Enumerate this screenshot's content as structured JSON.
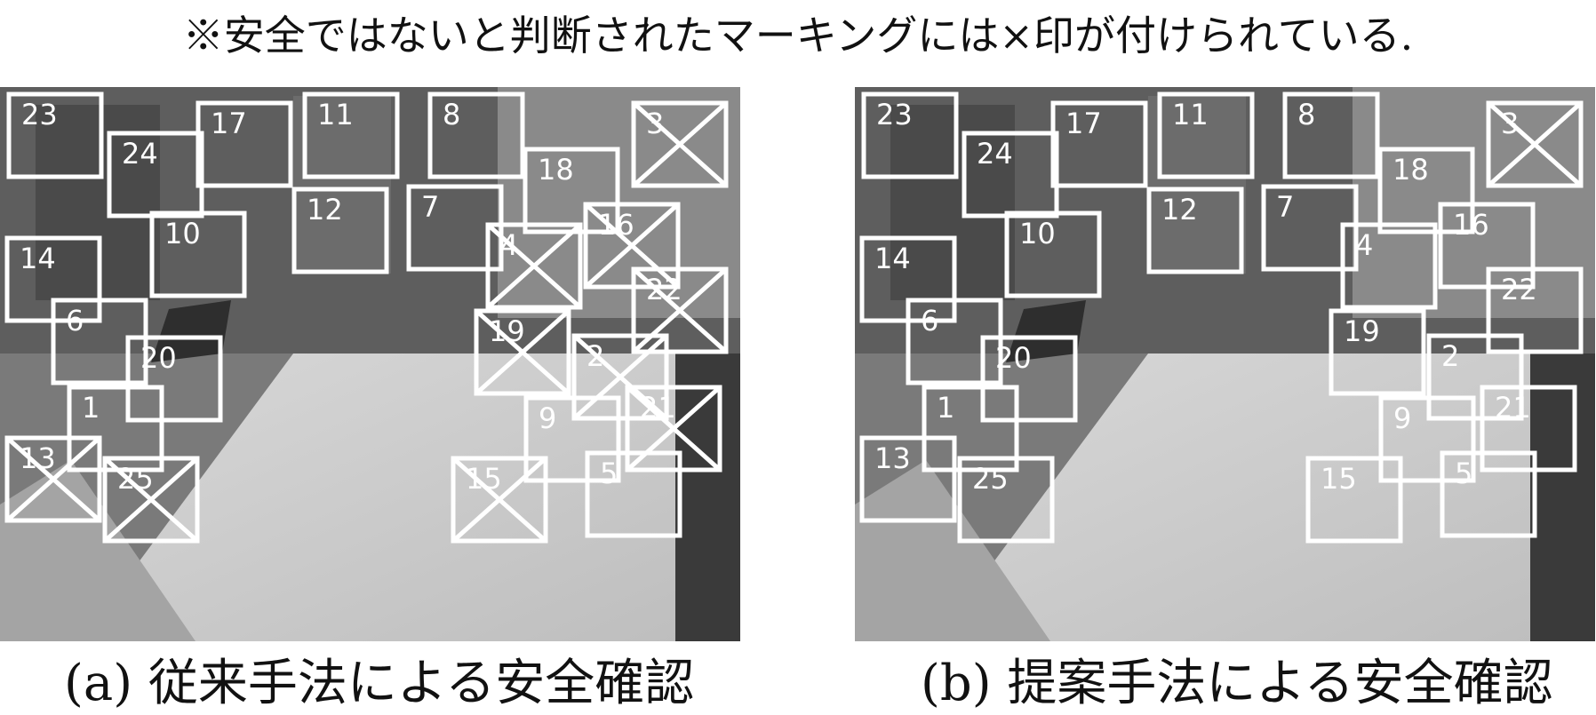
{
  "note": "※安全ではないと判断されたマーキングには×印が付けられている.",
  "panels": [
    {
      "id": "a",
      "caption": "(a)  従来手法による安全確認",
      "markers": [
        {
          "label": "23",
          "unsafe": false
        },
        {
          "label": "17",
          "unsafe": false
        },
        {
          "label": "11",
          "unsafe": false
        },
        {
          "label": "8",
          "unsafe": false
        },
        {
          "label": "3",
          "unsafe": true
        },
        {
          "label": "24",
          "unsafe": false
        },
        {
          "label": "18",
          "unsafe": false
        },
        {
          "label": "12",
          "unsafe": false
        },
        {
          "label": "7",
          "unsafe": false
        },
        {
          "label": "10",
          "unsafe": false
        },
        {
          "label": "4",
          "unsafe": true
        },
        {
          "label": "16",
          "unsafe": true
        },
        {
          "label": "14",
          "unsafe": false
        },
        {
          "label": "22",
          "unsafe": true
        },
        {
          "label": "6",
          "unsafe": false
        },
        {
          "label": "19",
          "unsafe": true
        },
        {
          "label": "20",
          "unsafe": false
        },
        {
          "label": "2",
          "unsafe": true
        },
        {
          "label": "1",
          "unsafe": false
        },
        {
          "label": "21",
          "unsafe": true
        },
        {
          "label": "9",
          "unsafe": false
        },
        {
          "label": "13",
          "unsafe": true
        },
        {
          "label": "25",
          "unsafe": true
        },
        {
          "label": "15",
          "unsafe": true
        },
        {
          "label": "5",
          "unsafe": false
        }
      ]
    },
    {
      "id": "b",
      "caption": "(b)  提案手法による安全確認",
      "markers": [
        {
          "label": "23",
          "unsafe": false
        },
        {
          "label": "17",
          "unsafe": false
        },
        {
          "label": "11",
          "unsafe": false
        },
        {
          "label": "8",
          "unsafe": false
        },
        {
          "label": "3",
          "unsafe": true
        },
        {
          "label": "24",
          "unsafe": false
        },
        {
          "label": "18",
          "unsafe": false
        },
        {
          "label": "12",
          "unsafe": false
        },
        {
          "label": "7",
          "unsafe": false
        },
        {
          "label": "10",
          "unsafe": false
        },
        {
          "label": "4",
          "unsafe": false
        },
        {
          "label": "16",
          "unsafe": false
        },
        {
          "label": "14",
          "unsafe": false
        },
        {
          "label": "22",
          "unsafe": false
        },
        {
          "label": "6",
          "unsafe": false
        },
        {
          "label": "19",
          "unsafe": false
        },
        {
          "label": "20",
          "unsafe": false
        },
        {
          "label": "2",
          "unsafe": false
        },
        {
          "label": "1",
          "unsafe": false
        },
        {
          "label": "21",
          "unsafe": false
        },
        {
          "label": "9",
          "unsafe": false
        },
        {
          "label": "13",
          "unsafe": false
        },
        {
          "label": "25",
          "unsafe": false
        },
        {
          "label": "15",
          "unsafe": false
        },
        {
          "label": "5",
          "unsafe": false
        }
      ]
    }
  ]
}
